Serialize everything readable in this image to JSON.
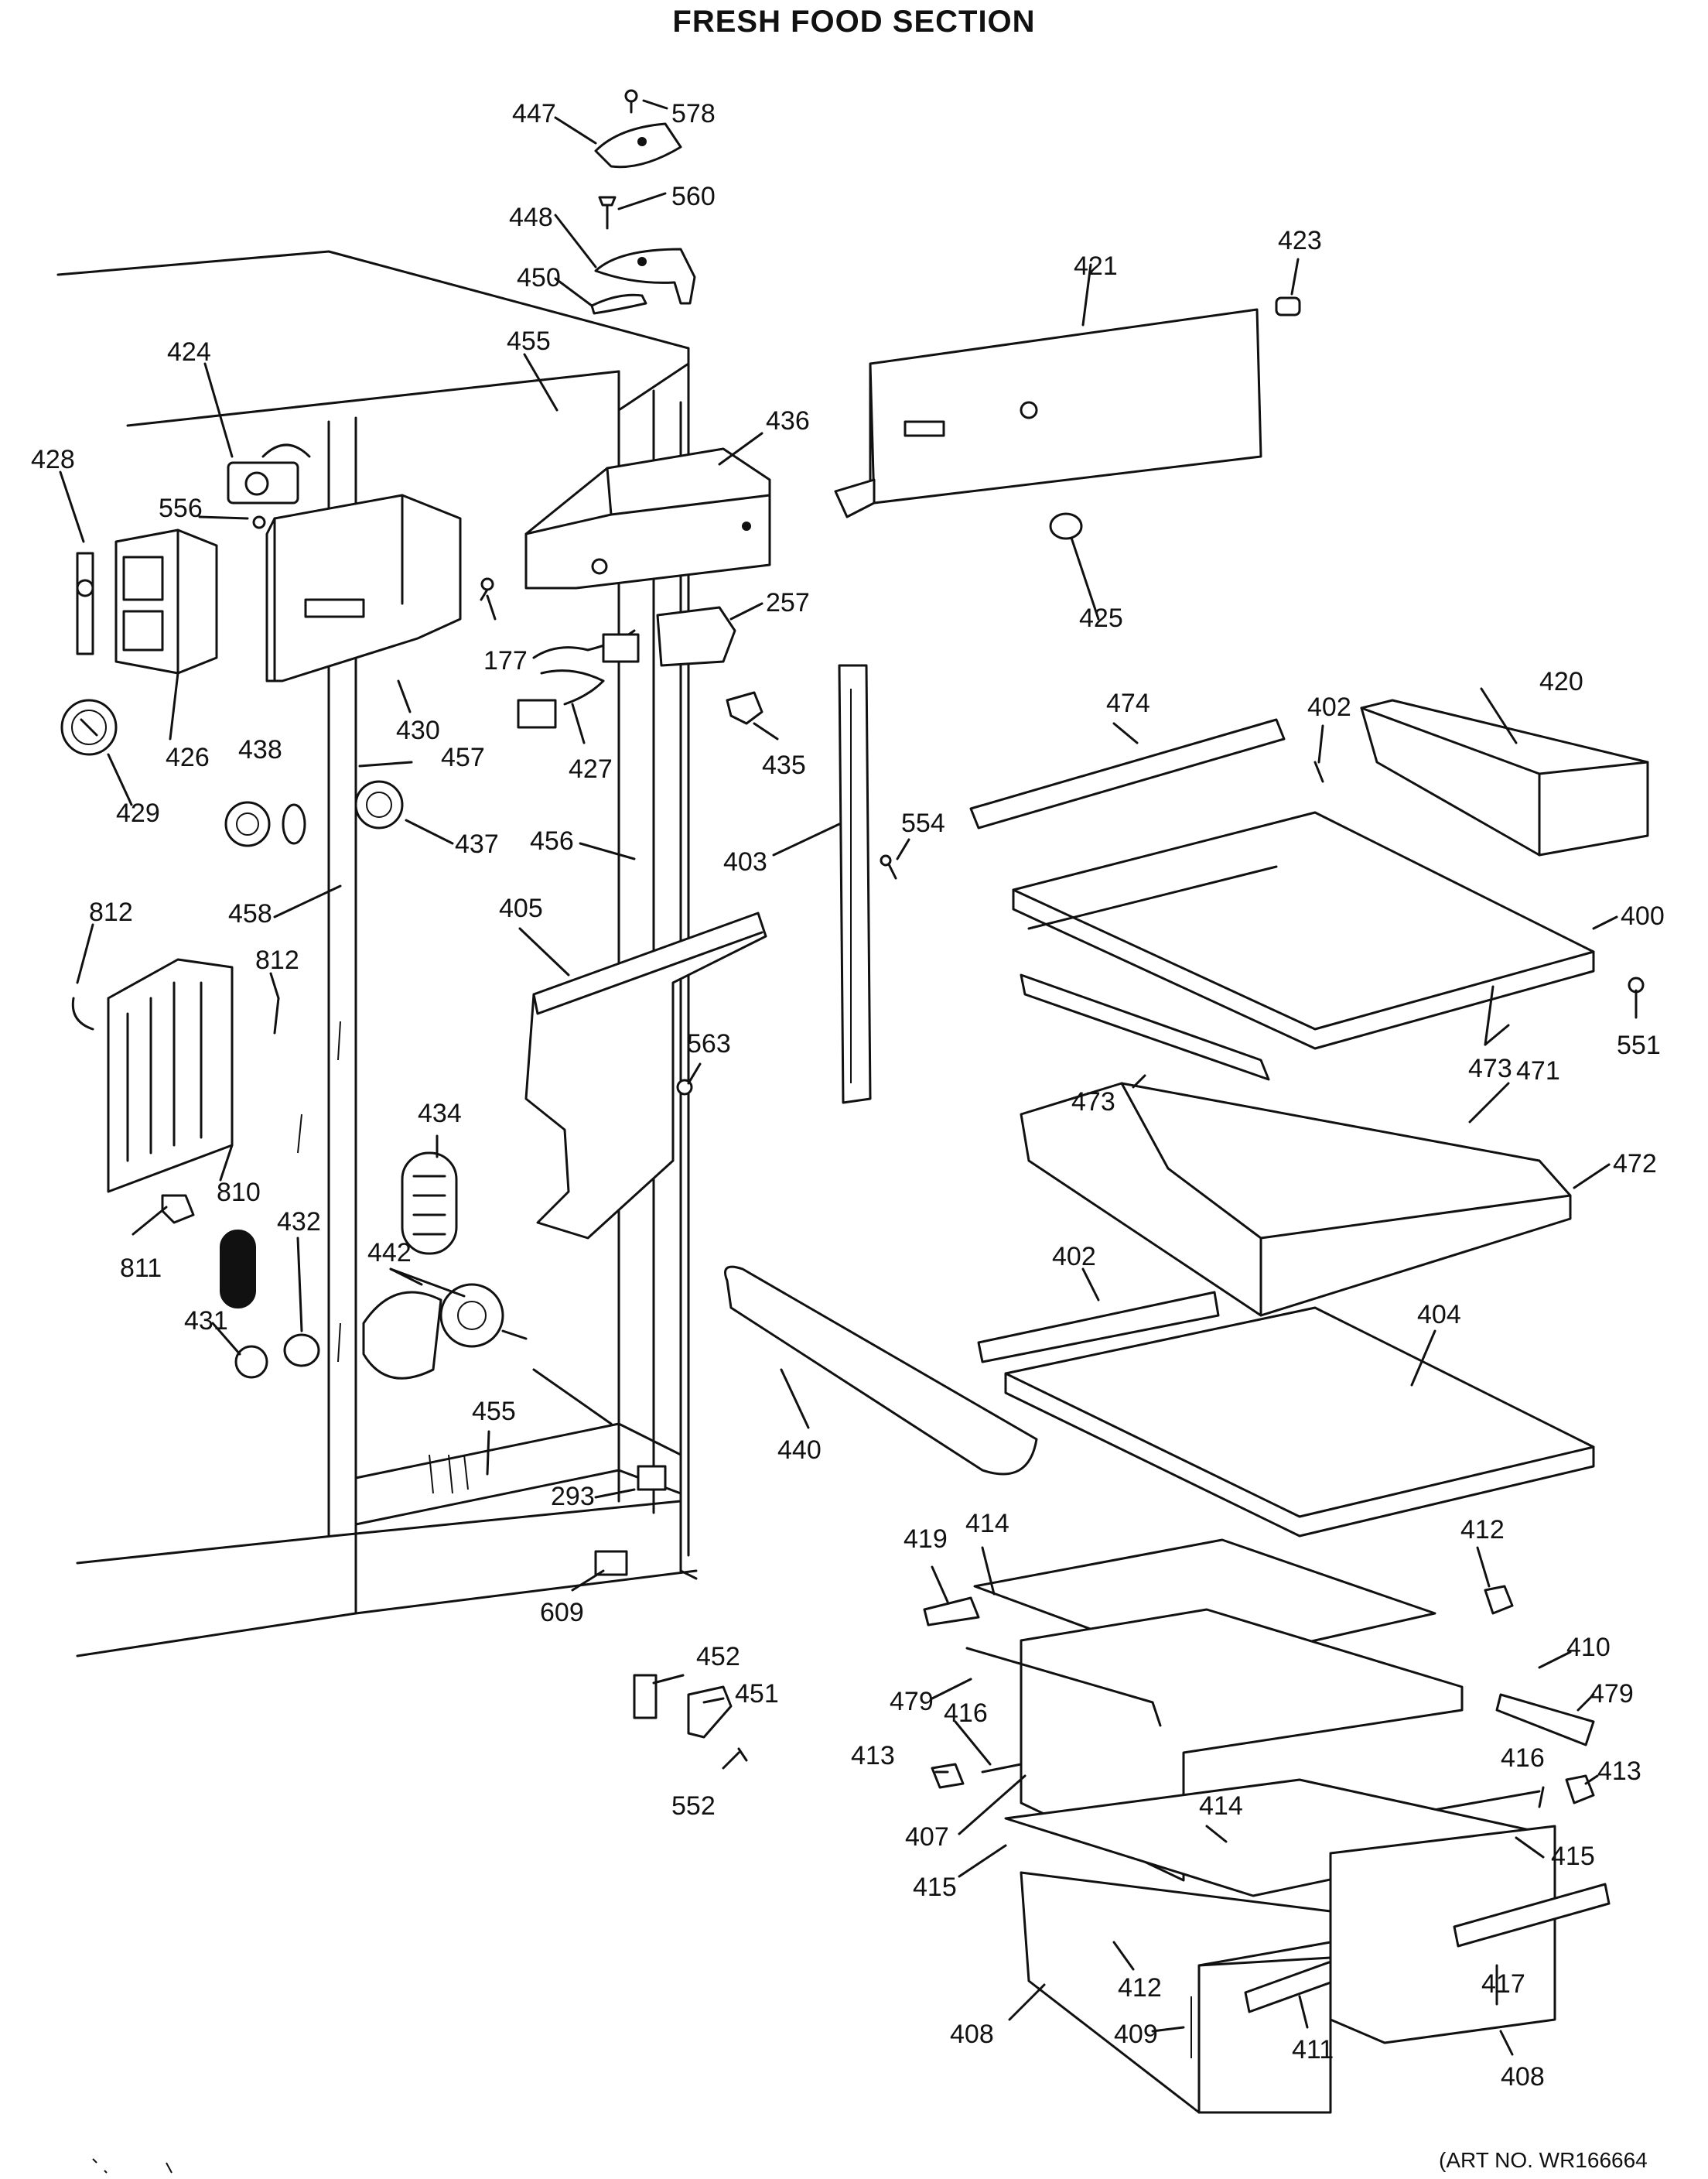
{
  "title": "FRESH FOOD SECTION",
  "art_number": "(ART NO. WR166664",
  "labels": {
    "447": "447",
    "578": "578",
    "448": "448",
    "560": "560",
    "450": "450",
    "455a": "455",
    "424": "424",
    "428": "428",
    "556": "556",
    "426": "426",
    "429": "429",
    "430": "430",
    "177": "177",
    "436": "436",
    "421": "421",
    "423": "423",
    "425": "425",
    "257": "257",
    "427": "427",
    "435": "435",
    "438": "438",
    "457": "457",
    "437": "437",
    "456": "456",
    "458": "458",
    "812a": "812",
    "812b": "812",
    "810": "810",
    "811": "811",
    "405": "405",
    "403": "403",
    "554": "554",
    "474": "474",
    "402a": "402",
    "420": "420",
    "400": "400",
    "551": "551",
    "473a": "473",
    "471": "471",
    "473b": "473",
    "472": "472",
    "563": "563",
    "434": "434",
    "432": "432",
    "442": "442",
    "431": "431",
    "402b": "402",
    "404": "404",
    "440": "440",
    "455b": "455",
    "293": "293",
    "609": "609",
    "419": "419",
    "414a": "414",
    "412a": "412",
    "410": "410",
    "479a": "479",
    "479b": "479",
    "416a": "416",
    "416b": "416",
    "413a": "413",
    "413b": "413",
    "452": "452",
    "451": "451",
    "552": "552",
    "407": "407",
    "414b": "414",
    "415a": "415",
    "415b": "415",
    "412b": "412",
    "408a": "408",
    "409": "409",
    "411": "411",
    "417": "417",
    "408b": "408"
  }
}
